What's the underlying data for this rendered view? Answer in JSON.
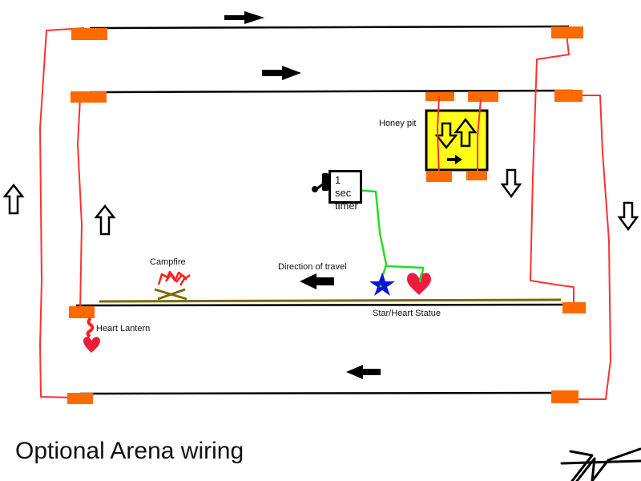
{
  "title": "Optional Arena wiring",
  "labels": {
    "honey_pit": "Honey pit",
    "timer_line1": "1 sec",
    "timer_line2": "timer",
    "campfire": "Campfire",
    "direction_of_travel": "Direction of travel",
    "statue": "Star/Heart Statue",
    "heart_lantern": "Heart Lantern"
  },
  "colors": {
    "pad": "#ff6a00",
    "wire": "#ff3030",
    "signal_wire": "#22dd22",
    "track": "#000000",
    "statue_track": "#7a6a00",
    "honey_pit_fill": "#ffff1a",
    "star": "#0a14d6",
    "heart": "#ee1c3c"
  },
  "icons": {
    "arrows": [
      "arrow-right",
      "arrow-right",
      "arrow-left",
      "arrow-left",
      "arrow-up-outline",
      "arrow-up-outline",
      "arrow-down-outline",
      "arrow-down-outline"
    ],
    "honey_pit_icons": [
      "arrow-down-outline",
      "arrow-up-outline",
      "arrow-right"
    ],
    "statue_icons": [
      "star",
      "heart"
    ],
    "lantern_icon": "heart",
    "timer_icon": "lever-switch",
    "campfire_icon": "campfire",
    "signature": "signature"
  }
}
